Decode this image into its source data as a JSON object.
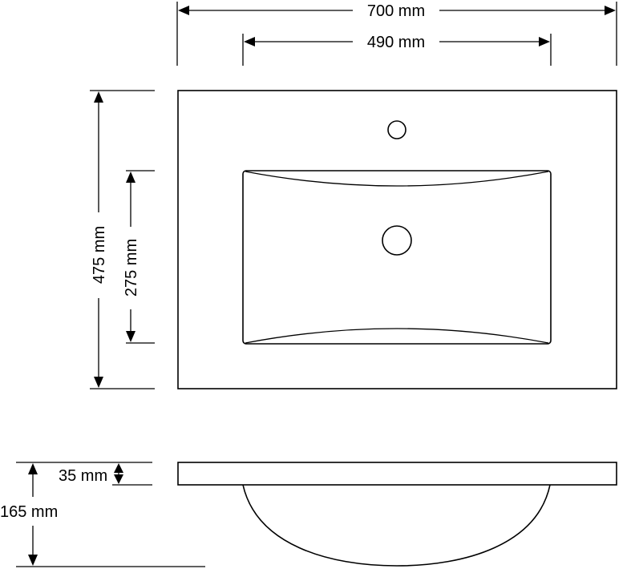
{
  "dimensions": {
    "overall_width": "700 mm",
    "basin_width": "490 mm",
    "overall_depth": "475 mm",
    "basin_depth": "275 mm",
    "top_thickness": "35 mm",
    "total_height": "165 mm"
  }
}
